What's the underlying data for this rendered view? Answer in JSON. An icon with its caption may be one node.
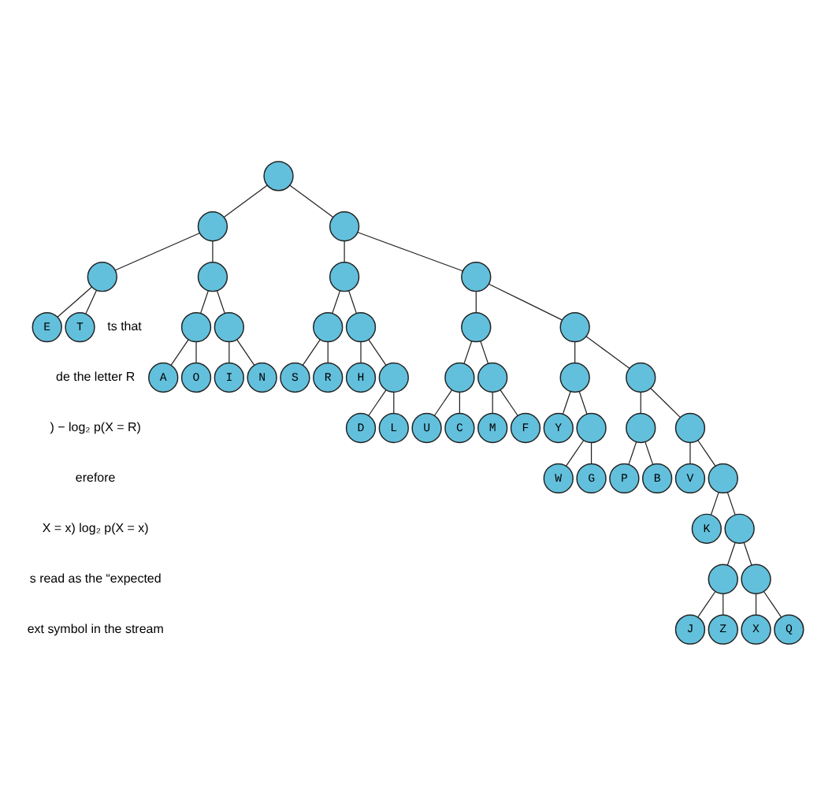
{
  "diagram": {
    "nodes": [
      {
        "text": [],
        "shape": "circle"
      },
      {
        "text": [],
        "shape": "circle"
      },
      {
        "text": [],
        "shape": "circle"
      },
      {
        "text": [],
        "shape": "circle"
      },
      {
        "text": [],
        "shape": "circle"
      },
      {
        "text": [],
        "shape": "circle"
      },
      {
        "text": [],
        "shape": "circle"
      },
      {
        "text": [
          "E"
        ]
      },
      {
        "text": [
          "T"
        ]
      },
      {
        "text": [],
        "shape": "circle"
      },
      {
        "text": [],
        "shape": "circle"
      },
      {
        "text": [],
        "shape": "circle"
      },
      {
        "text": [],
        "shape": "circle"
      },
      {
        "text": [],
        "shape": "circle"
      },
      {
        "text": [],
        "shape": "circle"
      },
      {
        "text": [
          "A"
        ]
      },
      {
        "text": [
          "O"
        ]
      },
      {
        "text": [
          "I"
        ]
      },
      {
        "text": [
          "N"
        ]
      },
      {
        "text": [
          "S"
        ]
      },
      {
        "text": [
          "R"
        ]
      },
      {
        "text": [
          "H"
        ]
      },
      {
        "text": [],
        "shape": "circle"
      },
      {
        "text": [],
        "shape": "circle"
      },
      {
        "text": [],
        "shape": "circle"
      },
      {
        "text": [],
        "shape": "circle"
      },
      {
        "text": [],
        "shape": "circle"
      },
      {
        "text": [
          "D"
        ]
      },
      {
        "text": [
          "L"
        ]
      },
      {
        "text": [
          "U"
        ]
      },
      {
        "text": [
          "C"
        ]
      },
      {
        "text": [
          "M"
        ]
      },
      {
        "text": [
          "F"
        ]
      },
      {
        "text": [
          "Y"
        ]
      },
      {
        "text": [],
        "shape": "circle"
      },
      {
        "text": [],
        "shape": "circle"
      },
      {
        "text": [],
        "shape": "circle"
      },
      {
        "text": [
          "W"
        ]
      },
      {
        "text": [
          "G"
        ]
      },
      {
        "text": [
          "P"
        ]
      },
      {
        "text": [
          "B"
        ]
      },
      {
        "text": [
          "V"
        ]
      },
      {
        "text": [],
        "shape": "circle"
      },
      {
        "text": [
          "K"
        ]
      },
      {
        "text": [],
        "shape": "circle"
      },
      {
        "text": [],
        "shape": "circle"
      },
      {
        "text": [],
        "shape": "circle"
      },
      {
        "text": [
          "J"
        ]
      },
      {
        "text": [
          "Z"
        ]
      },
      {
        "text": [
          "X"
        ]
      },
      {
        "text": [
          "Q"
        ]
      }
    ],
    "edges": [
      {
        "from": 0,
        "to": 1,
        "arrow": "none"
      },
      {
        "from": 0,
        "to": 2,
        "arrow": "none"
      },
      {
        "from": 1,
        "to": 3,
        "arrow": "none"
      },
      {
        "from": 1,
        "to": 4,
        "arrow": "none"
      },
      {
        "from": 2,
        "to": 5,
        "arrow": "none"
      },
      {
        "from": 2,
        "to": 6,
        "arrow": "none"
      },
      {
        "from": 3,
        "to": 7,
        "arrow": "none"
      },
      {
        "from": 3,
        "to": 8,
        "arrow": "none"
      },
      {
        "from": 4,
        "to": 9,
        "arrow": "none"
      },
      {
        "from": 4,
        "to": 10,
        "arrow": "none"
      },
      {
        "from": 5,
        "to": 11,
        "arrow": "none"
      },
      {
        "from": 5,
        "to": 12,
        "arrow": "none"
      },
      {
        "from": 6,
        "to": 13,
        "arrow": "none"
      },
      {
        "from": 6,
        "to": 14,
        "arrow": "none"
      },
      {
        "from": 9,
        "to": 15,
        "arrow": "none"
      },
      {
        "from": 9,
        "to": 16,
        "arrow": "none"
      },
      {
        "from": 10,
        "to": 17,
        "arrow": "none"
      },
      {
        "from": 10,
        "to": 18,
        "arrow": "none"
      },
      {
        "from": 11,
        "to": 19,
        "arrow": "none"
      },
      {
        "from": 11,
        "to": 20,
        "arrow": "none"
      },
      {
        "from": 12,
        "to": 21,
        "arrow": "none"
      },
      {
        "from": 12,
        "to": 22,
        "arrow": "none"
      },
      {
        "from": 13,
        "to": 23,
        "arrow": "none"
      },
      {
        "from": 13,
        "to": 24,
        "arrow": "none"
      },
      {
        "from": 14,
        "to": 25,
        "arrow": "none"
      },
      {
        "from": 14,
        "to": 26,
        "arrow": "none"
      },
      {
        "from": 22,
        "to": 27,
        "arrow": "none"
      },
      {
        "from": 22,
        "to": 28,
        "arrow": "none"
      },
      {
        "from": 23,
        "to": 29,
        "arrow": "none"
      },
      {
        "from": 23,
        "to": 30,
        "arrow": "none"
      },
      {
        "from": 24,
        "to": 31,
        "arrow": "none"
      },
      {
        "from": 24,
        "to": 32,
        "arrow": "none"
      },
      {
        "from": 25,
        "to": 33,
        "arrow": "none"
      },
      {
        "from": 25,
        "to": 34,
        "arrow": "none"
      },
      {
        "from": 26,
        "to": 35,
        "arrow": "none"
      },
      {
        "from": 26,
        "to": 36,
        "arrow": "none"
      },
      {
        "from": 34,
        "to": 37,
        "arrow": "none"
      },
      {
        "from": 34,
        "to": 38,
        "arrow": "none"
      },
      {
        "from": 35,
        "to": 39,
        "arrow": "none"
      },
      {
        "from": 35,
        "to": 40,
        "arrow": "none"
      },
      {
        "from": 36,
        "to": 41,
        "arrow": "none"
      },
      {
        "from": 36,
        "to": 42,
        "arrow": "none"
      },
      {
        "from": 42,
        "to": 43,
        "arrow": "none"
      },
      {
        "from": 42,
        "to": 44,
        "arrow": "none"
      },
      {
        "from": 44,
        "to": 45,
        "arrow": "none"
      },
      {
        "from": 44,
        "to": 46,
        "arrow": "none"
      },
      {
        "from": 45,
        "to": 47,
        "arrow": "none"
      },
      {
        "from": 45,
        "to": 48,
        "arrow": "none"
      },
      {
        "from": 46,
        "to": 49,
        "arrow": "none"
      },
      {
        "from": 46,
        "to": 50,
        "arrow": "none"
      }
    ],
    "labels": [
      "ts that",
      "de the letter R",
      ") − log₂ p(X = R)",
      "erefore",
      "X = x) log₂ p(X = x)",
      "s read as the “expected",
      "ext symbol in the stream"
    ]
  }
}
